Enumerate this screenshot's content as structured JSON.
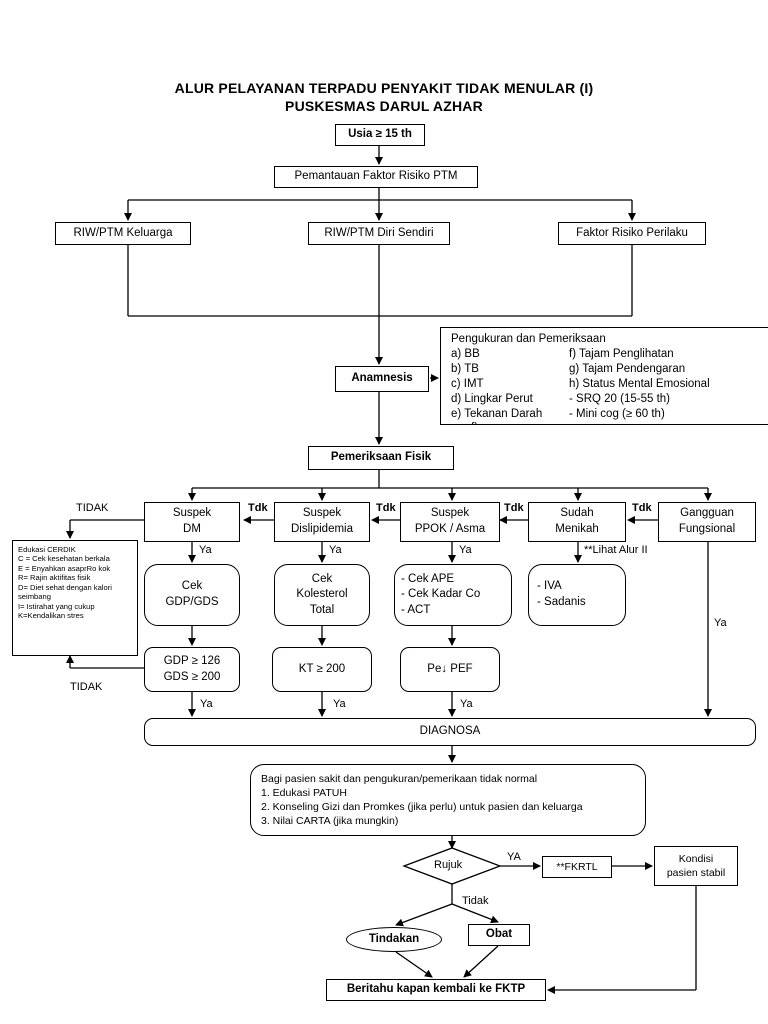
{
  "title": {
    "line1": "ALUR PELAYANAN TERPADU PENYAKIT TIDAK MENULAR (I)",
    "line2": "PUSKESMAS DARUL AZHAR"
  },
  "nodes": {
    "usia": "Usia ≥ 15 th",
    "pemantauan": "Pemantauan Faktor Risiko PTM",
    "riw_keluarga": "RIW/PTM Keluarga",
    "riw_diri": "RIW/PTM Diri Sendiri",
    "faktor_perilaku": "Faktor Risiko Perilaku",
    "anamnesis": "Anamnesis",
    "pemeriksaan_fisik": "Pemeriksaan Fisik",
    "suspek_dm": [
      "Suspek",
      "DM"
    ],
    "suspek_dislipidemia": [
      "Suspek",
      "Dislipidemia"
    ],
    "suspek_ppok": [
      "Suspek",
      "PPOK / Asma"
    ],
    "sudah_menikah": [
      "Sudah",
      "Menikah"
    ],
    "gangguan_fungsional": [
      "Gangguan",
      "Fungsional"
    ],
    "cek_gdp": [
      "Cek",
      "GDP/GDS"
    ],
    "cek_kolesterol": [
      "Cek",
      "Kolesterol",
      "Total"
    ],
    "cek_ppok": [
      "-  Cek APE",
      "-  Cek Kadar Co",
      "-  ACT"
    ],
    "iva": [
      "-  IVA",
      "-  Sadanis"
    ],
    "gdp_result": [
      "GDP ≥ 126",
      "GDS ≥ 200"
    ],
    "kt_result": "KT ≥ 200",
    "pef_result": "Pe↓ PEF",
    "diagnosa": "DIAGNOSA",
    "rujuk": "Rujuk",
    "fkrtl": "**FKRTL",
    "kondisi": [
      "Kondisi",
      "pasien stabil"
    ],
    "tindakan": "Tindakan",
    "obat": "Obat",
    "beritahu": "Beritahu kapan kembali ke FKTP"
  },
  "pengukuran": {
    "heading": "Pengukuran dan Pemeriksaan",
    "left": [
      "a)  BB",
      "b)  TB",
      "c)  IMT",
      "d)  Lingkar Perut",
      "e)  Tekanan Darah",
      "f)"
    ],
    "right": [
      "f) Tajam Penglihatan",
      "g) Tajam Pendengaran",
      "h) Status Mental Emosional",
      "   - SRQ 20 (15-55 th)",
      "   - Mini cog (≥ 60 th)"
    ]
  },
  "cerdik": [
    "Edukasi CERDIK",
    "C = Cek kesehatan berkala",
    "E = Enyahkan asaprRo kok",
    "R= Rajin aktifitas fisik",
    "D= Diet sehat dengan kalori seimbang",
    "I= Istirahat yang cukup",
    "K=Kendalikan stres"
  ],
  "bagi_pasien": [
    "Bagi pasien sakit dan pengukuran/pemerikaan tidak normal",
    "1. Edukasi PATUH",
    "2. Konseling Gizi dan Promkes (jika perlu) untuk pasien dan keluarga",
    "3. Nilai CARTA (jika mungkin)"
  ],
  "labels": {
    "tidak_top": "TIDAK",
    "tidak_bottom": "TIDAK",
    "tdk": "Tdk",
    "ya": "Ya",
    "lihat_alur": "**Lihat Alur II",
    "ya_caps": "YA",
    "tidak_rujuk": "Tidak"
  }
}
